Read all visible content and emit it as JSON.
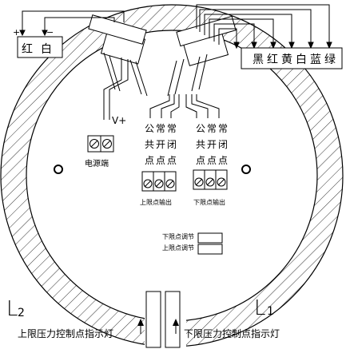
{
  "left_wires": {
    "plus_sign": "+",
    "minus_sign": "−",
    "colors": [
      "红",
      "白"
    ]
  },
  "right_wires": {
    "colors": [
      "黑",
      "红",
      "黄",
      "白",
      "蓝",
      "绿"
    ]
  },
  "power": {
    "v_plus": "V+",
    "label": "电源端"
  },
  "upper_group": {
    "columns": [
      [
        "公",
        "共",
        "点"
      ],
      [
        "常",
        "开",
        "点"
      ],
      [
        "常",
        "闭",
        "点"
      ]
    ],
    "caption": "上限点输出"
  },
  "lower_group": {
    "columns": [
      [
        "公",
        "共",
        "点"
      ],
      [
        "常",
        "开",
        "点"
      ],
      [
        "常",
        "闭",
        "点"
      ]
    ],
    "caption": "下限点输出"
  },
  "adjust": {
    "lower": "下限点调节",
    "upper": "上限点调节"
  },
  "markers": {
    "L2": "L",
    "L2_sub": "2",
    "L1": "L",
    "L1_sub": "1"
  },
  "indicators": {
    "upper": "上限压力控制点指示灯",
    "lower": "下限压力控制点指示灯"
  }
}
